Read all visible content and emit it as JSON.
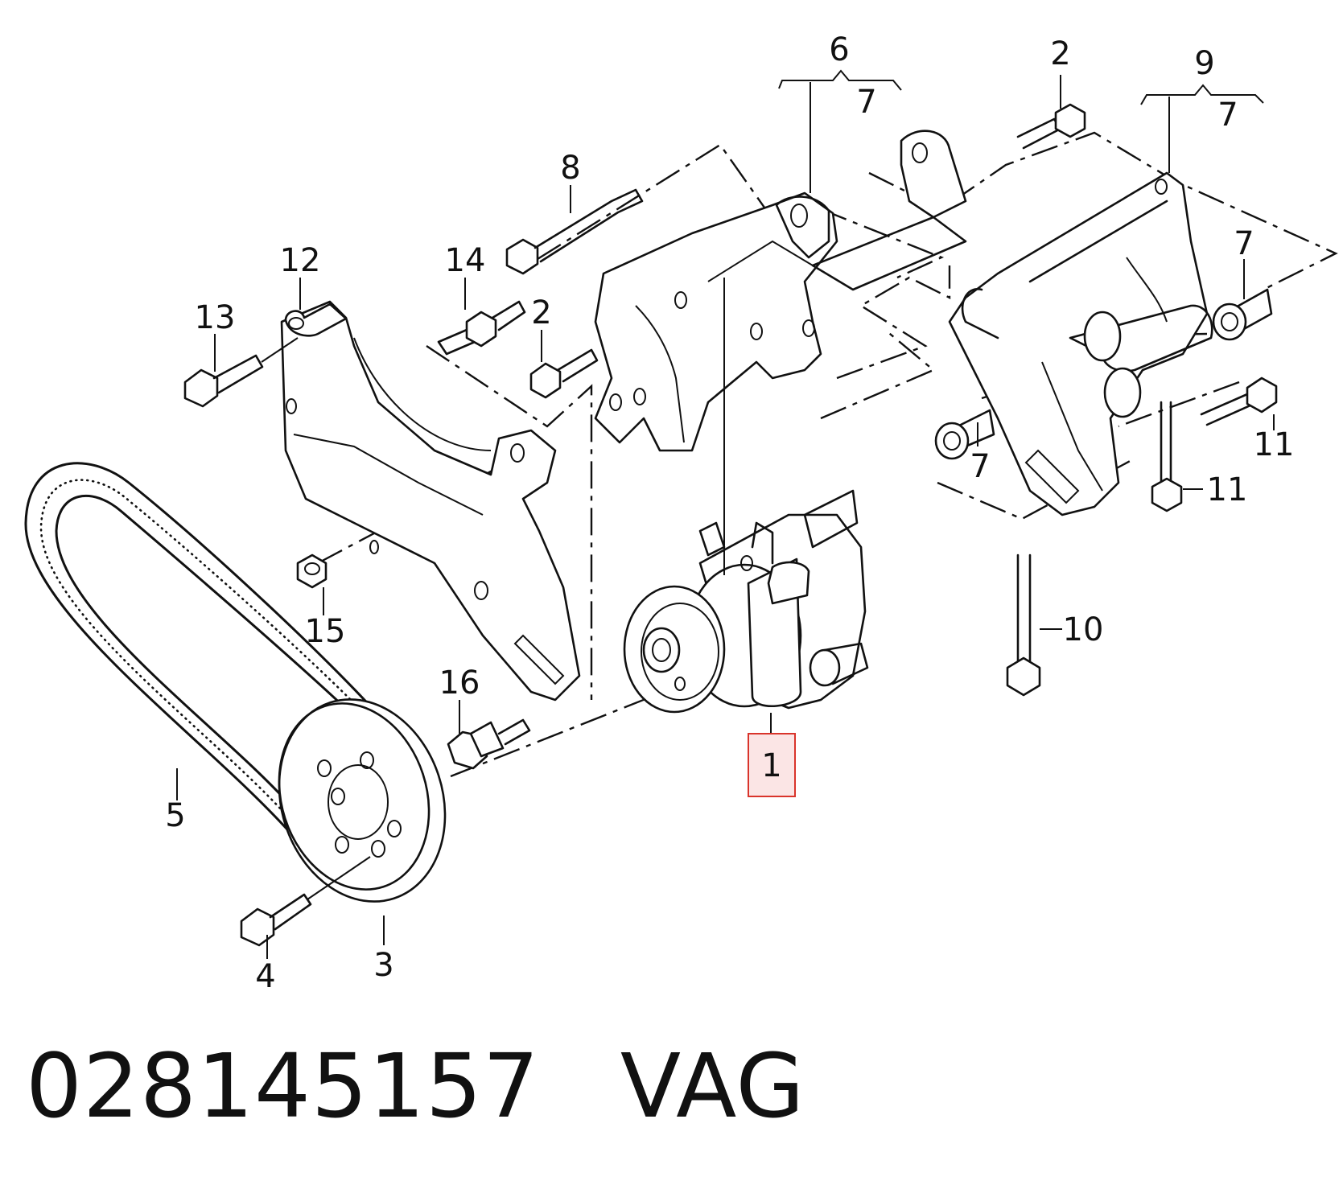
{
  "callouts": {
    "c1": "1",
    "c2a": "2",
    "c2b": "2",
    "c3": "3",
    "c4": "4",
    "c5": "5",
    "c6": "6",
    "c7a": "7",
    "c7b": "7",
    "c7c": "7",
    "c7d": "7",
    "c8": "8",
    "c9": "9",
    "c10": "10",
    "c11a": "11",
    "c11b": "11",
    "c12": "12",
    "c13": "13",
    "c14": "14",
    "c15": "15",
    "c16": "16"
  },
  "highlight": {
    "part": "1",
    "color": "#d9342b"
  },
  "footer": {
    "part_number": "028145157",
    "brand": "VAG"
  }
}
